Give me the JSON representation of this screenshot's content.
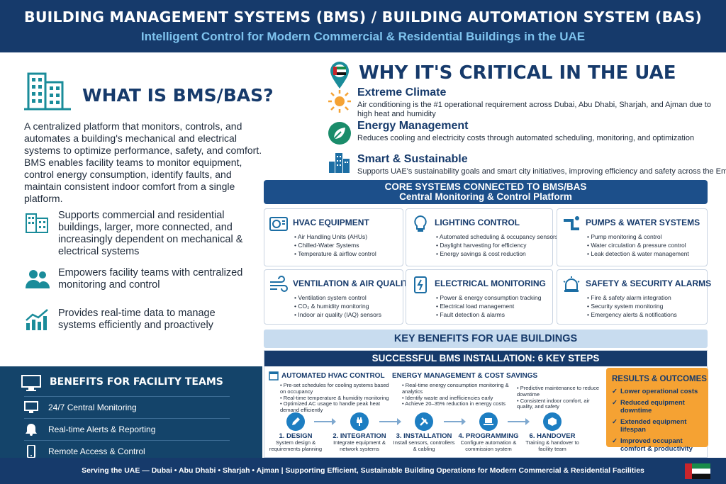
{
  "header": {
    "title": "BUILDING MANAGEMENT SYSTEMS (BMS) / BUILDING AUTOMATION SYSTEM (BAS)",
    "subtitle": "Intelligent Control for Modern Commercial & Residential Buildings in the UAE"
  },
  "what": {
    "title": "WHAT IS BMS/BAS?",
    "icon": "building-icon",
    "description": "A centralized platform that monitors, controls, and automates a building's mechanical and electrical systems to optimize performance, safety, and comfort. BMS enables facility teams to monitor equipment, control energy consumption, identify faults, and maintain consistent indoor comfort from a single platform.",
    "bullets": [
      {
        "icon": "buildings-icon",
        "text": "Supports commercial and residential buildings, larger, more connected, and increasingly dependent on mechanical & electrical systems"
      },
      {
        "icon": "people-icon",
        "text": "Empowers facility teams with centralized monitoring and control"
      },
      {
        "icon": "chart-icon",
        "text": "Provides real-time data to manage systems efficiently and proactively"
      }
    ]
  },
  "benefits": {
    "title": "BENEFITS FOR FACILITY TEAMS",
    "items": [
      {
        "icon": "monitor-icon",
        "label": "24/7 Central Monitoring"
      },
      {
        "icon": "bell-icon",
        "label": "Real-time Alerts & Reporting"
      },
      {
        "icon": "phone-icon",
        "label": "Remote Access & Control"
      }
    ]
  },
  "why": {
    "title": "WHY IT'S CRITICAL IN THE UAE",
    "items": [
      {
        "icon": "sun-icon",
        "title": "Extreme Climate",
        "desc": "Air conditioning is the #1 operational requirement across Dubai, Abu Dhabi, Sharjah, and Ajman due to high heat and humidity"
      },
      {
        "icon": "leaf-icon",
        "title": "Energy Management",
        "desc": "Reduces cooling and electricity costs through automated scheduling, monitoring, and optimization"
      },
      {
        "icon": "city-icon",
        "title": "Smart & Sustainable",
        "desc": "Supports UAE's sustainability goals and smart city initiatives, improving efficiency and safety across the Emirates"
      }
    ]
  },
  "core": {
    "line1": "CORE SYSTEMS CONNECTED TO BMS/BAS",
    "line2": "Central Monitoring & Control Platform"
  },
  "systems": [
    {
      "icon": "hvac-icon",
      "title": "HVAC EQUIPMENT",
      "items": [
        "Air Handling Units (AHUs)",
        "Chilled-Water Systems",
        "Temperature & airflow control"
      ]
    },
    {
      "icon": "bulb-icon",
      "title": "LIGHTING CONTROL",
      "items": [
        "Automated scheduling & occupancy sensors",
        "Daylight harvesting for efficiency",
        "Energy savings & cost reduction"
      ]
    },
    {
      "icon": "pipe-icon",
      "title": "PUMPS & WATER SYSTEMS",
      "items": [
        "Pump monitoring & control",
        "Water circulation & pressure control",
        "Leak detection & water management"
      ]
    },
    {
      "icon": "wind-icon",
      "title": "VENTILATION & AIR QUALITY",
      "items": [
        "Ventilation system control",
        "CO₂ & humidity monitoring",
        "Indoor air quality (IAQ) sensors"
      ]
    },
    {
      "icon": "panel-icon",
      "title": "ELECTRICAL MONITORING",
      "items": [
        "Power & energy consumption tracking",
        "Electrical load management",
        "Fault detection & alarms"
      ]
    },
    {
      "icon": "alarm-icon",
      "title": "SAFETY & SECURITY ALARMS",
      "items": [
        "Fire & safety alarm integration",
        "Security system monitoring",
        "Emergency alerts & notifications"
      ]
    }
  ],
  "key_benefits": "KEY BENEFITS FOR UAE BUILDINGS",
  "install": {
    "title": "SUCCESSFUL BMS INSTALLATION: 6 KEY STEPS",
    "columns": [
      {
        "icon": "calendar-icon",
        "title": "AUTOMATED HVAC CONTROL",
        "items": [
          "Pre-set schedules for cooling systems based on occupancy",
          "Real-time temperature & humidity monitoring",
          "Optimized AC usage to handle peak heat demand efficiently"
        ]
      },
      {
        "icon": "bar-chart-icon",
        "title": "ENERGY MANAGEMENT & COST SAVINGS",
        "items": [
          "Real-time energy consumption monitoring & analytics",
          "Identify waste and inefficiencies early",
          "Achieve 20–35% reduction in energy costs"
        ]
      },
      {
        "icon": "",
        "title": "",
        "items": [
          "Predictive maintenance to reduce downtime",
          "Consistent indoor comfort, air quality, and safety"
        ]
      }
    ],
    "steps": [
      {
        "icon": "pencil-icon",
        "title": "1. DESIGN",
        "desc": "System design & requirements planning"
      },
      {
        "icon": "plug-icon",
        "title": "2. INTEGRATION",
        "desc": "Integrate equipment & network systems"
      },
      {
        "icon": "tools-icon",
        "title": "3. INSTALLATION",
        "desc": "Install sensors, controllers & cabling"
      },
      {
        "icon": "laptop-icon",
        "title": "4. PROGRAMMING",
        "desc": "Configure automation & commission system"
      },
      {
        "icon": "box-icon",
        "title": "6. HANDOVER",
        "desc": "Training & handover to facility team"
      }
    ]
  },
  "results": {
    "title": "RESULTS & OUTCOMES",
    "items": [
      "Lower operational costs",
      "Reduced equipment downtime",
      "Extended equipment lifespan",
      "Improved occupant comfort & productivity"
    ]
  },
  "footer": {
    "text": "Serving the UAE — Dubai • Abu Dhabi • Sharjah • Ajman  |  Supporting Efficient, Sustainable Building Operations for Modern Commercial & Residential Facilities"
  },
  "colors": {
    "navy": "#163a6b",
    "blue": "#1c4f8a",
    "teal": "#1a8c9a",
    "orange": "#f5a233",
    "light": "#c8dcef"
  }
}
